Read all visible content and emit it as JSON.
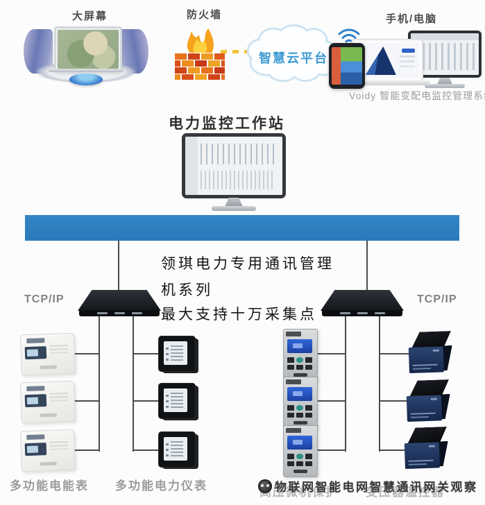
{
  "colors": {
    "bus_bar_blue": "#2f80c2",
    "connector_line": "#4a4a4a",
    "dash_yellow": "#f2c235",
    "cloud_text_blue": "#3d9ad2",
    "firewall_orange": "#e8721d"
  },
  "top": {
    "big_screen_label": "大屏幕",
    "firewall_label": "防火墙",
    "cloud_label": "智慧云平台",
    "client_label": "手机/电脑",
    "system_caption": "Voidy 智能变配电监控管理系统"
  },
  "workstation": {
    "title": "电力监控工作站"
  },
  "network": {
    "tcpip_left": "TCP/IP",
    "tcpip_right": "TCP/IP",
    "series_line1": "领琪电力专用通讯管理",
    "series_line2": "机系列",
    "series_line3": "最大支持十万采集点"
  },
  "device_labels": {
    "energy_meter": "多功能电能表",
    "power_meter": "多功能电力仪表",
    "hv_protection": "高压微机保护",
    "transformer_controller": "变压器温控器"
  },
  "watermark": {
    "text": "物联网智能电网智慧通讯网关观察"
  }
}
